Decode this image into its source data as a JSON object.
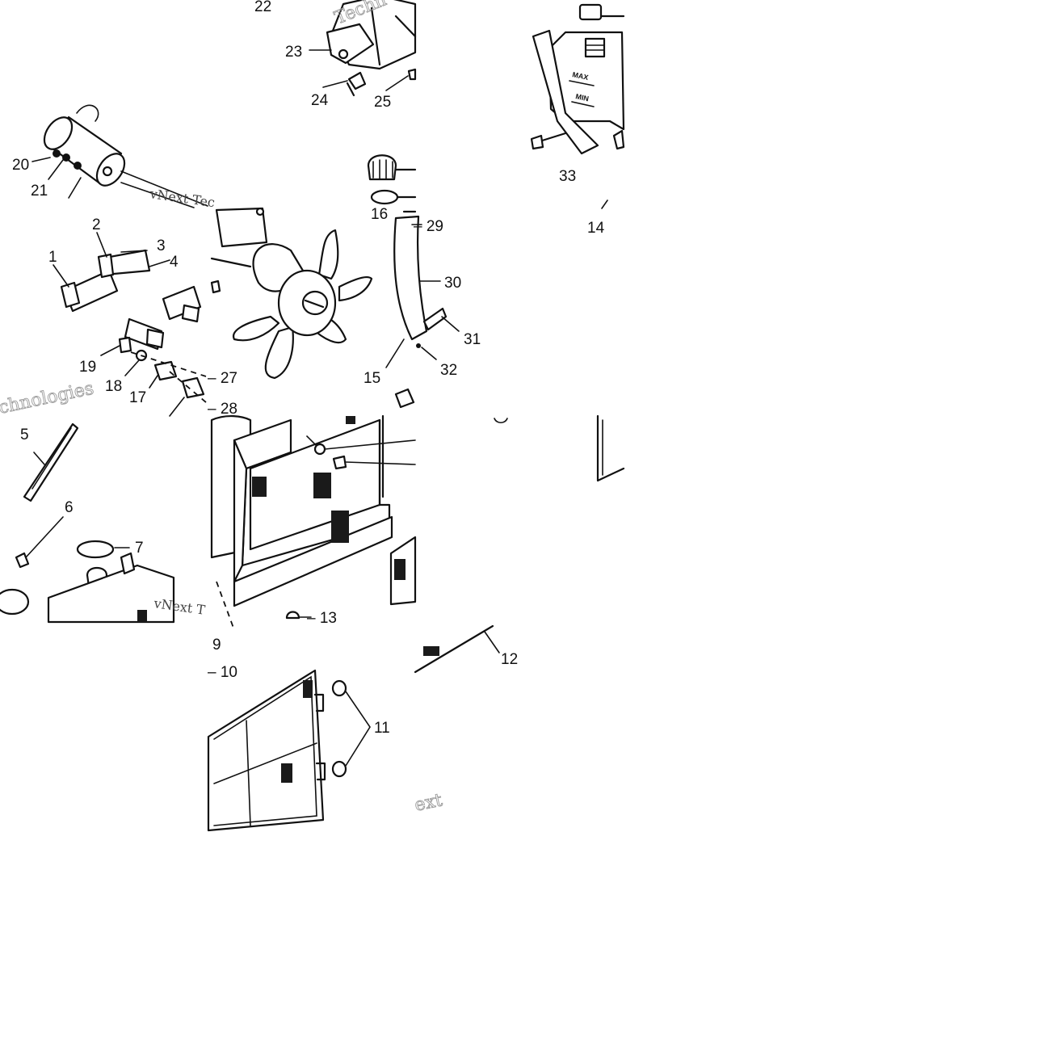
{
  "callouts": {
    "c1": "1",
    "c2": "2",
    "c3": "3",
    "c4": "4",
    "c5": "5",
    "c6": "6",
    "c7": "7",
    "c9": "9",
    "c10": "– 10",
    "c11": "11",
    "c12": "12",
    "c13": "– 13",
    "c14": "14",
    "c15": "15",
    "c16": "16",
    "c17": "17",
    "c18": "18",
    "c19": "19",
    "c20": "20",
    "c21": "21",
    "c22": "22",
    "c23": "23",
    "c24": "24",
    "c25": "25",
    "c27": "– 27",
    "c28": "– 28",
    "c29": "– 29",
    "c30": "30",
    "c31": "31",
    "c32": "32",
    "c33": "33"
  },
  "tank_labels": {
    "max": "MAX",
    "min": "MIN"
  },
  "watermarks": {
    "brand_a": "vNext Tec",
    "brand_b": "Techn",
    "brand_c": "vNext T",
    "brand_d": "chnologies",
    "brand_e": "ext"
  }
}
